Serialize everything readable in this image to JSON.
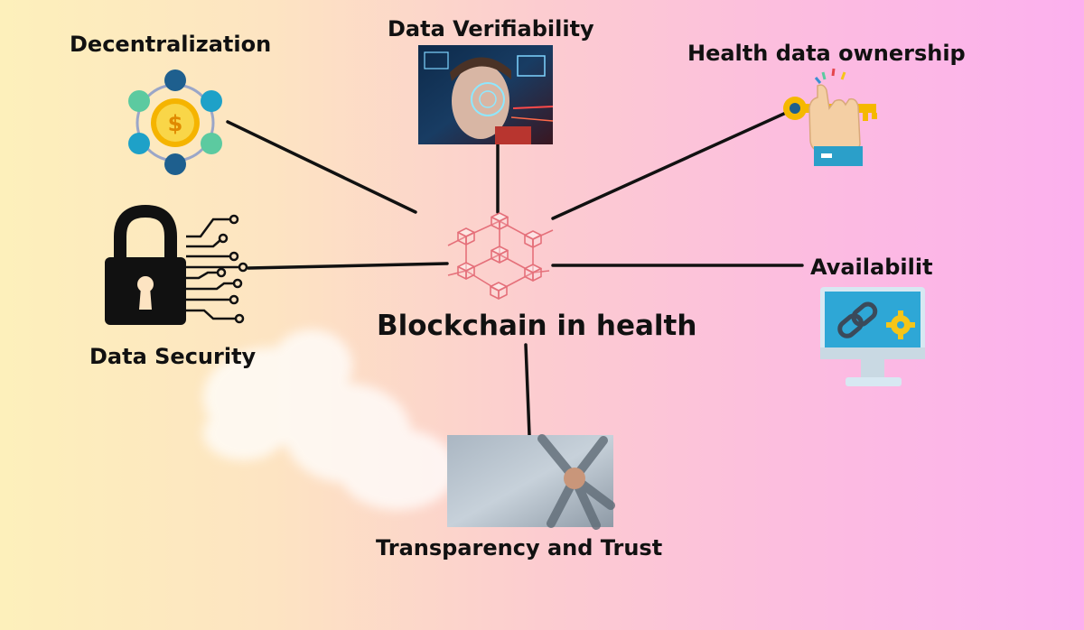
{
  "center": {
    "title": "Blockchain in health",
    "icon": "blockchain-network-icon"
  },
  "nodes": [
    {
      "key": "decentralization",
      "label": "Decentralization",
      "icon": "decentralized-coin-network-icon"
    },
    {
      "key": "verifiability",
      "label": "Data Verifiability",
      "icon": "face-scan-photo"
    },
    {
      "key": "ownership",
      "label": "Health data ownership",
      "icon": "hand-holding-key-icon"
    },
    {
      "key": "security",
      "label": "Data Security",
      "icon": "circuit-padlock-icon"
    },
    {
      "key": "availability",
      "label": "Availabilit",
      "icon": "monitor-link-gear-icon"
    },
    {
      "key": "transparency",
      "label": "Transparency and Trust",
      "icon": "joined-hands-photo"
    }
  ],
  "colors": {
    "connector": "#111111",
    "blockchain": "#e5707a",
    "teal": "#5ccaa0",
    "navy": "#1e5f8e",
    "gold": "#f5c518"
  }
}
